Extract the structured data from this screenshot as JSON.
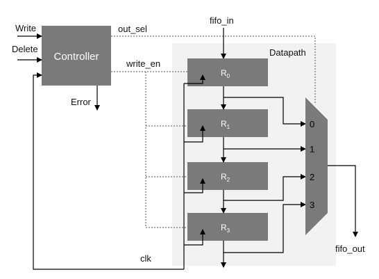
{
  "inputs": {
    "write": "Write",
    "delete": "Delete"
  },
  "controller": {
    "label": "Controller"
  },
  "signals": {
    "out_sel": "out_sel",
    "write_en": "write_en",
    "error": "Error",
    "clk": "clk",
    "fifo_in": "fifo_in",
    "fifo_out": "fifo_out"
  },
  "datapath": {
    "label": "Datapath"
  },
  "registers": [
    {
      "name": "R",
      "sub": "0"
    },
    {
      "name": "R",
      "sub": "1"
    },
    {
      "name": "R",
      "sub": "2"
    },
    {
      "name": "R",
      "sub": "3"
    }
  ],
  "mux": {
    "inputs": [
      "0",
      "1",
      "2",
      "3"
    ]
  },
  "colors": {
    "block_fill": "#7a7a7a",
    "datapath_bg": "#f2f2f2",
    "dotted_wire": "#8a8a8a",
    "wire": "#000000"
  }
}
